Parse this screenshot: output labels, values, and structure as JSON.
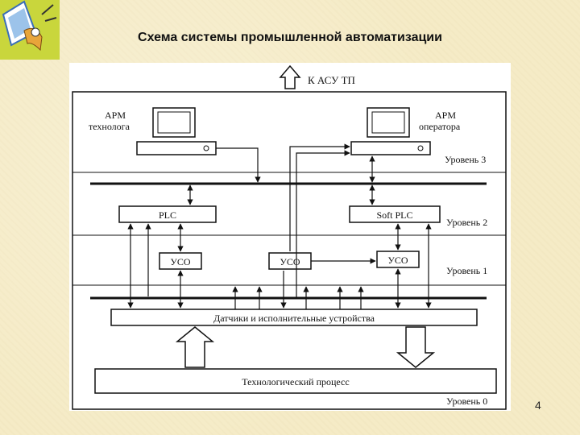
{
  "slide": {
    "title": "Схема системы промышленной автоматизации",
    "page_number": "4"
  },
  "diagram": {
    "top_label": "К АСУ ТП",
    "arm_technologist_line1": "АРМ",
    "arm_technologist_line2": "технолога",
    "arm_operator_line1": "АРМ",
    "arm_operator_line2": "оператора",
    "plc_label": "PLC",
    "soft_plc_label": "Soft PLC",
    "uso_left_label": "УСО",
    "uso_middle_label": "УСО",
    "uso_right_label": "УСО",
    "sensors_label": "Датчики и исполнительные устройства",
    "process_label": "Технологический процесс",
    "levels": {
      "level3": "Уровень 3",
      "level2": "Уровень 2",
      "level1": "Уровень 1",
      "level0": "Уровень 0"
    }
  }
}
